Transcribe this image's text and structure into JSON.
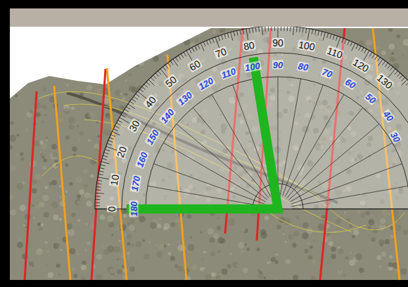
{
  "diagram": {
    "labels": [
      "0",
      "10",
      "20",
      "30",
      "40",
      "50",
      "60",
      "70",
      "80",
      "90",
      "100",
      "110",
      "120",
      "130",
      "180",
      "170",
      "160",
      "150",
      "140",
      "130",
      "120",
      "110",
      "100",
      "90",
      "80",
      "70",
      "60",
      "50",
      "40",
      "30"
    ]
  }
}
